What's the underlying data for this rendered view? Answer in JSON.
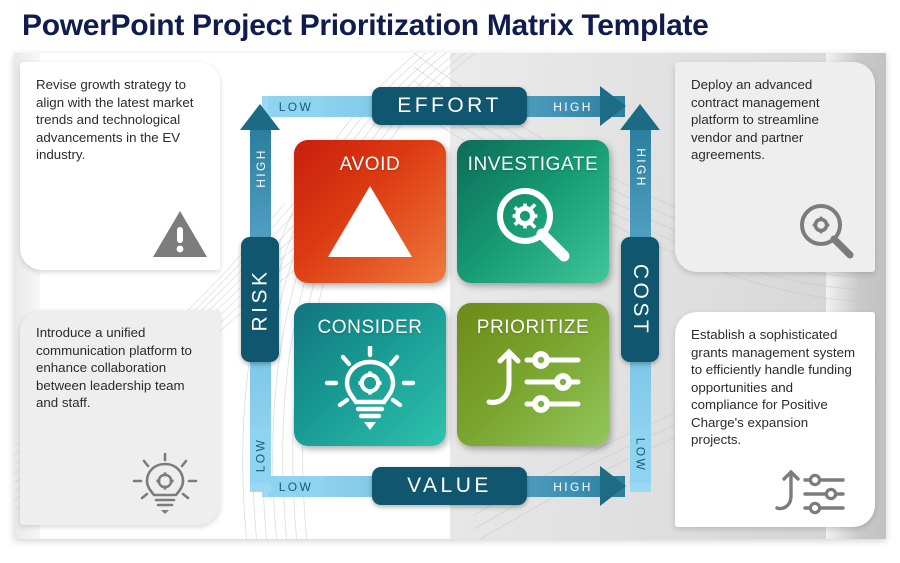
{
  "page_title": "PowerPoint Project Prioritization Matrix Template",
  "theme": {
    "title_color": "#101b4e",
    "axis_pill_color": "#0f566e",
    "axis_arrow_color": "#1e6b86",
    "axis_low_chip_color": "#8ed3ef",
    "note_icon_color": "#7c7c7c"
  },
  "matrix": {
    "quadrants": [
      {
        "key": "avoid",
        "label": "AVOID",
        "icon": "warning-triangle-icon",
        "gradient_from": "#c81e0e",
        "gradient_to": "#ef7a3c",
        "position": "top-left"
      },
      {
        "key": "investigate",
        "label": "INVESTIGATE",
        "icon": "magnifier-gear-icon",
        "gradient_from": "#0d6b58",
        "gradient_to": "#41c59a",
        "position": "top-right"
      },
      {
        "key": "consider",
        "label": "CONSIDER",
        "icon": "lightbulb-gear-icon",
        "gradient_from": "#12757f",
        "gradient_to": "#2ec3ad",
        "position": "bottom-left"
      },
      {
        "key": "prioritize",
        "label": "PRIORITIZE",
        "icon": "sliders-arrow-icon",
        "gradient_from": "#6d8a19",
        "gradient_to": "#92c65c",
        "position": "bottom-right"
      }
    ],
    "axes": {
      "effort": {
        "name": "EFFORT",
        "low": "LOW",
        "high": "HIGH",
        "orientation": "horizontal-top",
        "direction": "left-to-right"
      },
      "value": {
        "name": "VALUE",
        "low": "LOW",
        "high": "HIGH",
        "orientation": "horizontal-bottom",
        "direction": "left-to-right"
      },
      "risk": {
        "name": "RISK",
        "low": "LOW",
        "high": "HIGH",
        "orientation": "vertical-left",
        "direction": "bottom-to-top"
      },
      "cost": {
        "name": "COST",
        "low": "LOW",
        "high": "HIGH",
        "orientation": "vertical-right",
        "direction": "bottom-to-top"
      }
    }
  },
  "notes": {
    "top_left": {
      "text": "Revise growth strategy to align with the latest market trends and technological advancements in the EV industry.",
      "icon": "warning-triangle-icon"
    },
    "bottom_left": {
      "text": "Introduce a unified communication platform to enhance collaboration between leadership team and staff.",
      "icon": "lightbulb-gear-icon"
    },
    "top_right": {
      "text": "Deploy an advanced contract management platform to streamline vendor and partner agreements.",
      "icon": "magnifier-gear-icon"
    },
    "bottom_right": {
      "text": "Establish a sophisticated grants management system to efficiently handle funding opportunities and compliance for Positive Charge's expansion projects.",
      "icon": "sliders-arrow-icon"
    }
  }
}
